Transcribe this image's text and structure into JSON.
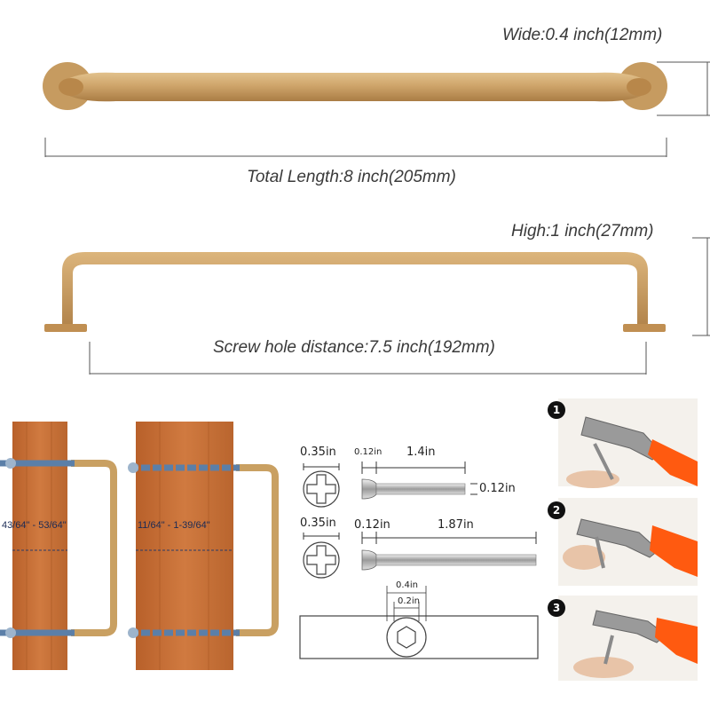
{
  "top_handle": {
    "wide_label": "Wide:0.4 inch(12mm)",
    "total_length_label": "Total Length:8 inch(205mm)"
  },
  "side_handle": {
    "high_label": "High:1 inch(27mm)",
    "screw_hole_label": "Screw hole distance:7.5 inch(192mm)"
  },
  "mounting": {
    "thickness_range_1": "43/64\" - 53/64\"",
    "thickness_range_2": "11/64\" - 1-39/64\""
  },
  "screws": {
    "short": {
      "head_diameter": "0.35in",
      "head_height": "0.12in",
      "length": "1.4in",
      "thread_diameter": "0.12in"
    },
    "long": {
      "head_diameter": "0.35in",
      "head_height": "0.12in",
      "length": "1.87in"
    },
    "socket": {
      "outer": "0.4in",
      "inner": "0.2in"
    }
  },
  "steps": [
    "1",
    "2",
    "3"
  ],
  "colors": {
    "brass": "#c9a062",
    "wood": "#c8733a",
    "bolt": "#5b7fa8",
    "plier_handle": "#ff5a10"
  }
}
